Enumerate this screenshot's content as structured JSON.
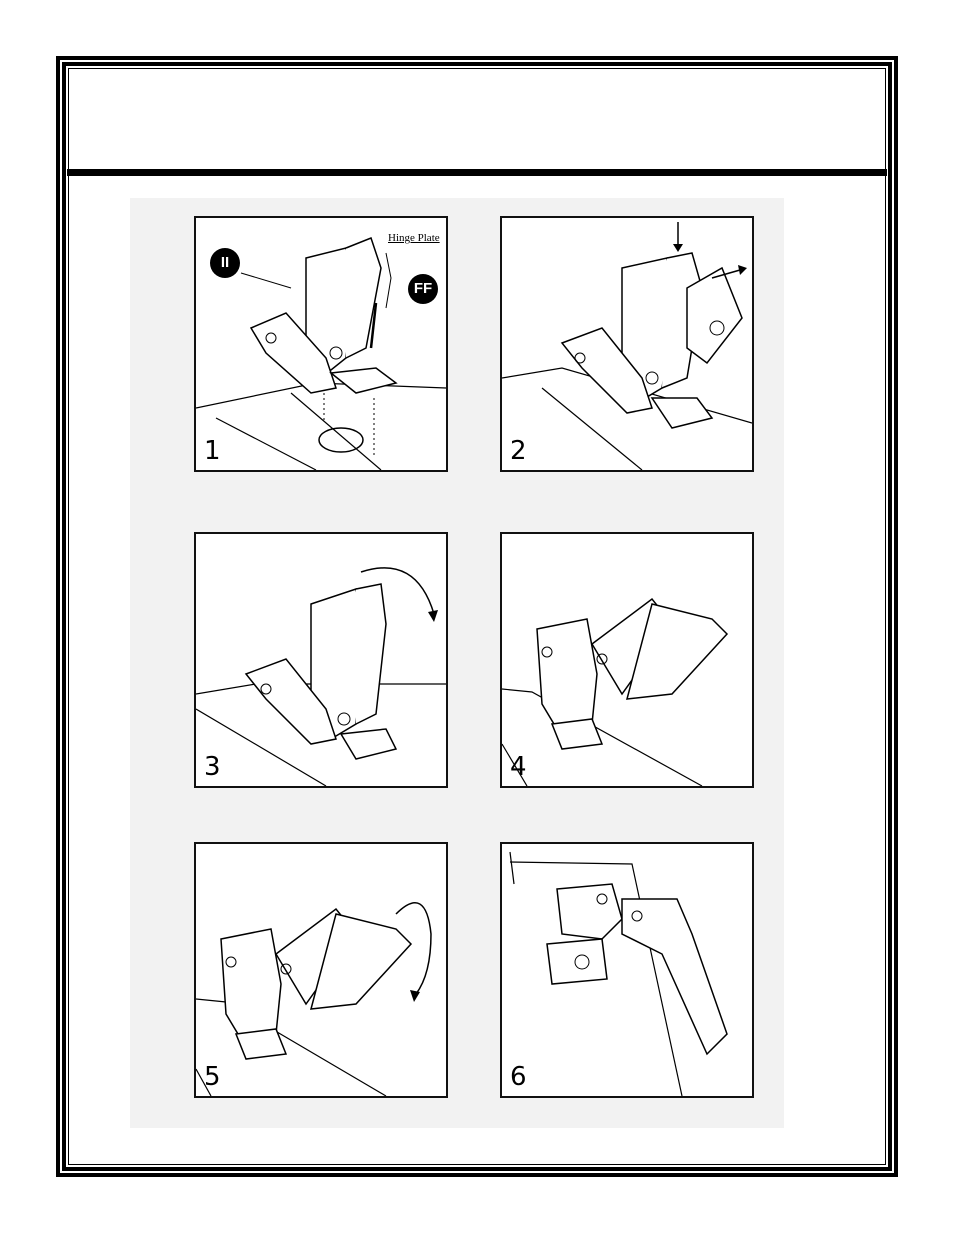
{
  "steps": [
    {
      "number": "1"
    },
    {
      "number": "2"
    },
    {
      "number": "3"
    },
    {
      "number": "4"
    },
    {
      "number": "5"
    },
    {
      "number": "6"
    }
  ],
  "callouts": {
    "left": "II",
    "right": "FF",
    "hinge_plate": "Hinge Plate"
  },
  "icons": [
    "hinge-drawing",
    "arrow-down-icon",
    "arrow-right-icon",
    "curved-arrow-icon",
    "screw-icon"
  ]
}
